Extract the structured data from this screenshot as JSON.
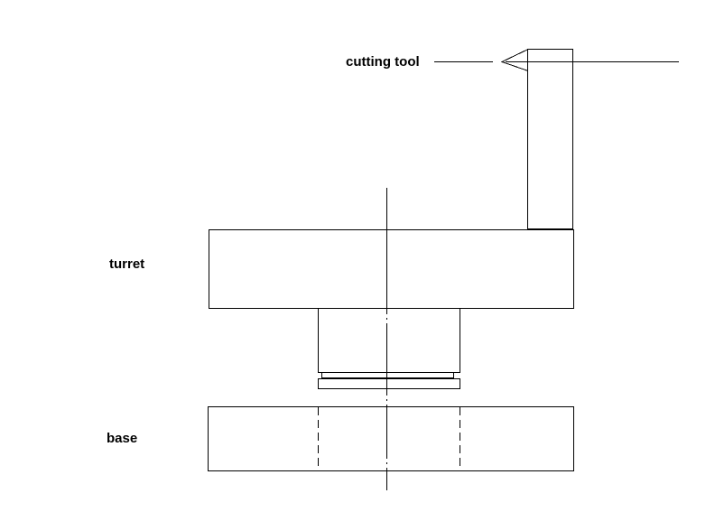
{
  "labels": {
    "cutting_tool": "cutting tool",
    "turret": "turret",
    "base": "base"
  },
  "colors": {
    "stroke": "#000000",
    "background": "#ffffff"
  }
}
